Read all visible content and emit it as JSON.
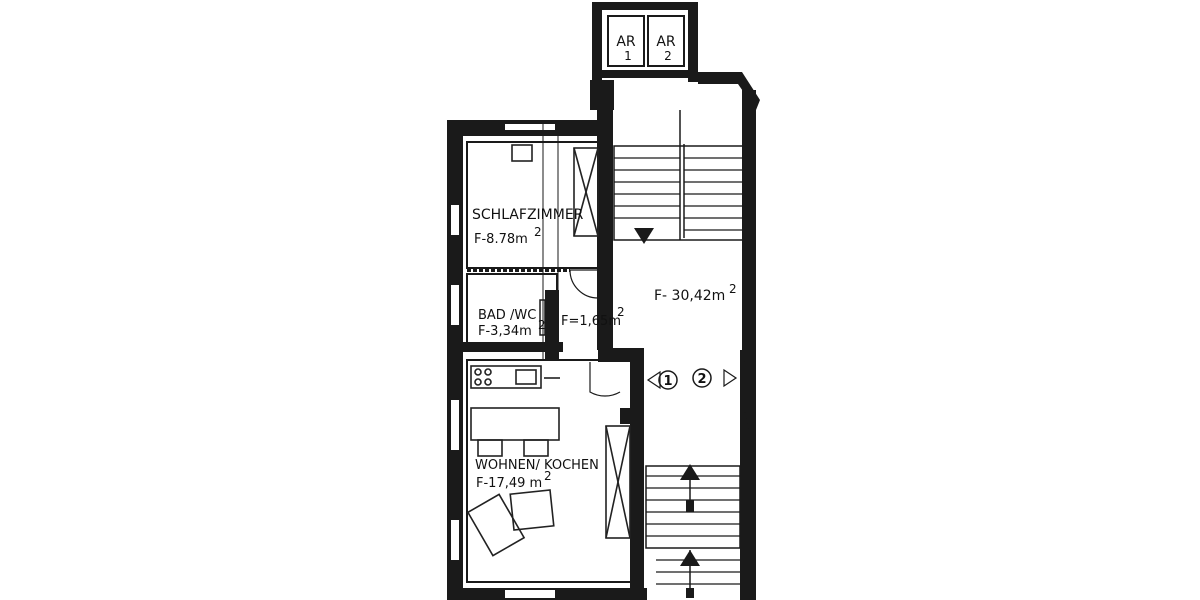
{
  "rooms": {
    "schlafzimmer": {
      "name": "SCHLAFZIMMER",
      "area": "F-8.78m",
      "sup": "2"
    },
    "bad": {
      "name": "BAD /WC",
      "area": "F-3,34m",
      "sup": "2"
    },
    "flur": {
      "area": "F=1,65m",
      "sup": "2"
    },
    "wohnen": {
      "name": "WOHNEN/ KOCHEN",
      "area": "F-17,49 m",
      "sup": "2"
    },
    "treppenhaus": {
      "area": "F- 30,42m",
      "sup": "2"
    }
  },
  "storage": [
    {
      "top": "AR",
      "bottom": "1"
    },
    {
      "top": "AR",
      "bottom": "2"
    }
  ],
  "stair_markers": [
    "1",
    "2"
  ],
  "colors": {
    "ink": "#1a1a1a",
    "paper": "#ffffff"
  }
}
